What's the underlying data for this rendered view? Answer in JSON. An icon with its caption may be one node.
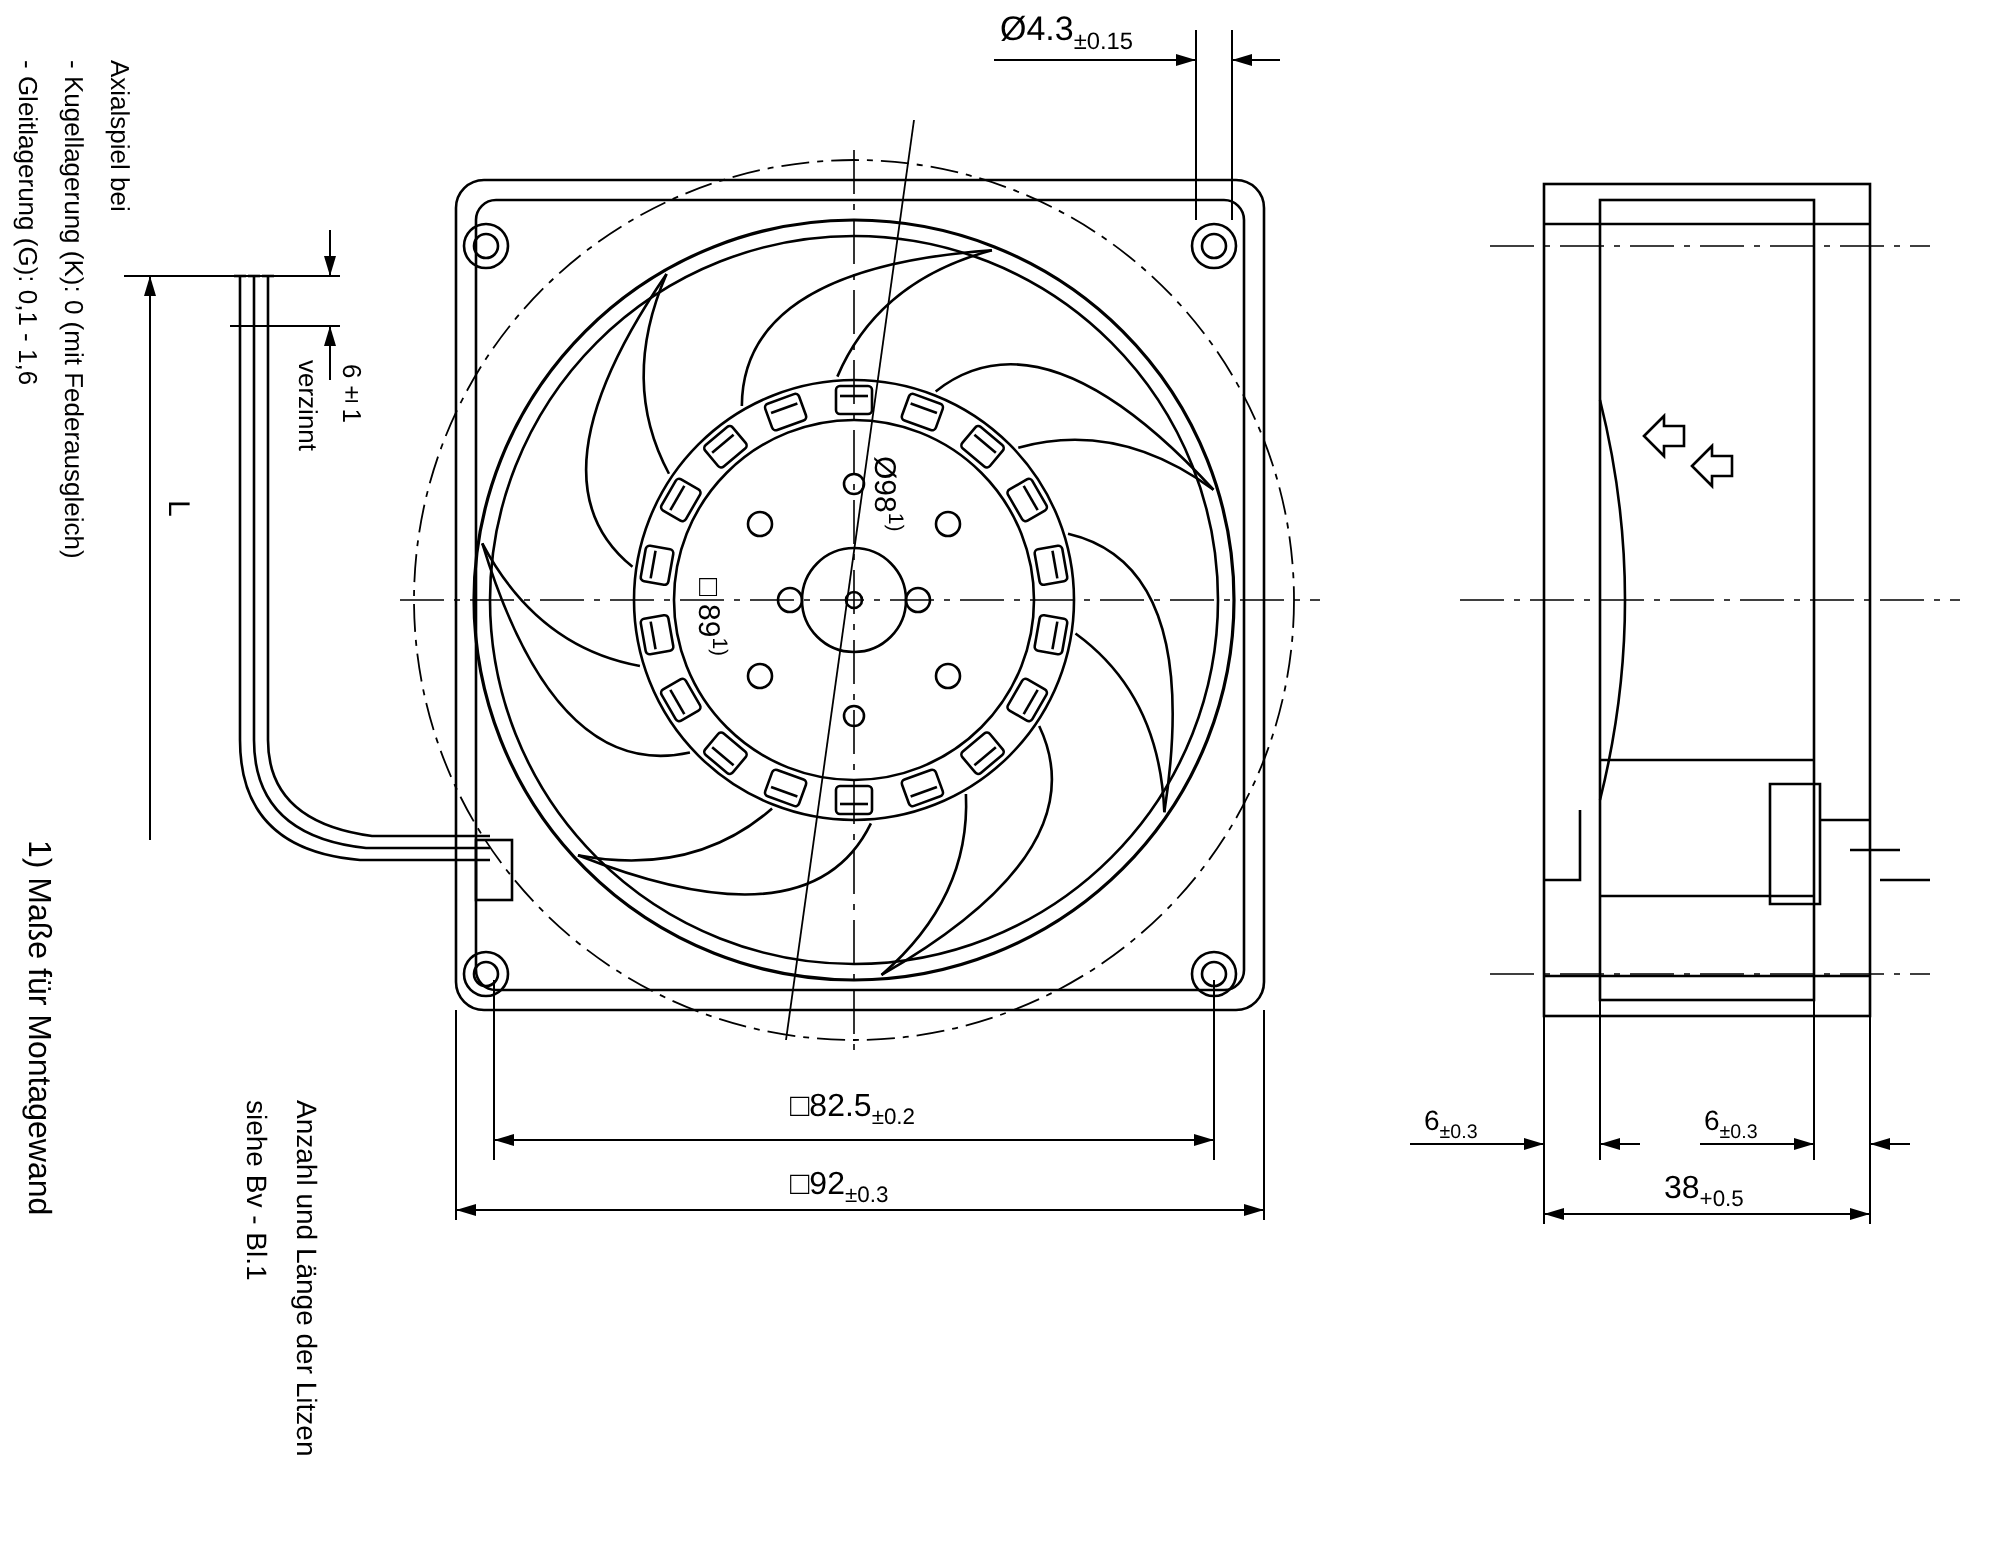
{
  "diagram": {
    "labels": [
      "Ø4.3$_{±0.15}$",
      "Axialspiel bei",
      "- Kugellagerung (K): 0 (mit Federausgleich)",
      "- Gleitlagerung (G): 0,1 - 1,6",
      "6±1",
      "verzinnt",
      "L",
      "Ø98$^{1)}$",
      "□89$^{1)}$",
      "1)  Maße  für  Montagewand",
      "□82.5$_{±0.2}$",
      "Anzahl und Länge der Litzen",
      "siehe Bv - Bl.1",
      "6$_{±0.3}$",
      "6$_{±0.3}$",
      "□92$_{±0.3}$",
      "38$_{+0.5}$"
    ]
  }
}
